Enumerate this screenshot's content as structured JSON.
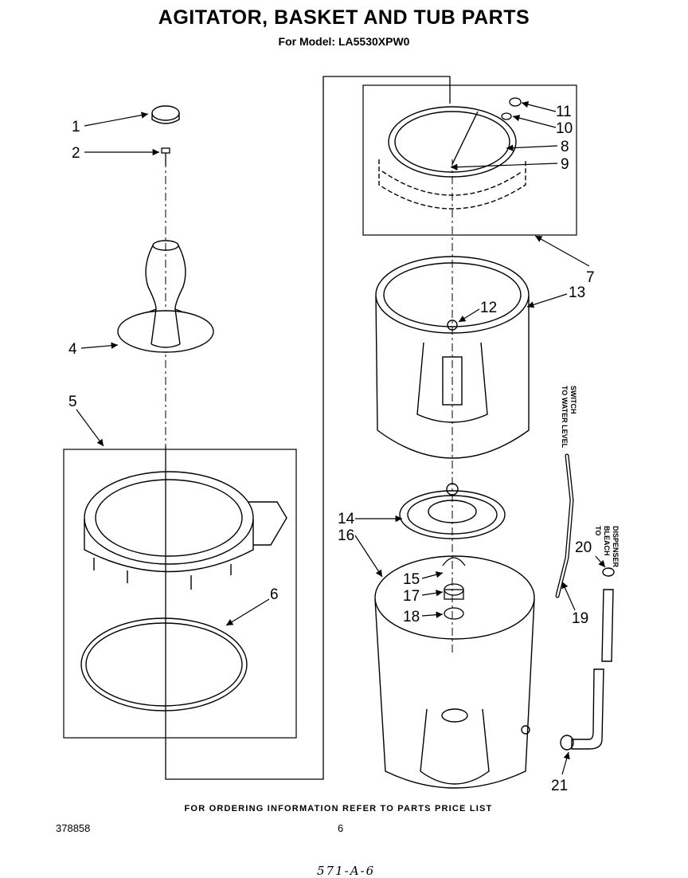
{
  "header": {
    "title": "AGITATOR, BASKET AND TUB PARTS",
    "subtitle": "For Model: LA5530XPW0"
  },
  "footer": {
    "ordering_note": "FOR ORDERING INFORMATION REFER TO PARTS PRICE LIST",
    "doc_number": "378858",
    "page_number": "6",
    "handwritten_note": "571-A-6"
  },
  "side_labels": {
    "water_level": [
      "TO WATER LEVEL",
      "SWITCH"
    ],
    "bleach": [
      "TO",
      "BLEACH",
      "DISPENSER"
    ]
  },
  "callouts": [
    "1",
    "2",
    "4",
    "5",
    "6",
    "7",
    "8",
    "9",
    "10",
    "11",
    "12",
    "13",
    "14",
    "15",
    "16",
    "17",
    "18",
    "19",
    "20",
    "21"
  ],
  "colors": {
    "ink": "#000000",
    "paper": "#ffffff"
  }
}
